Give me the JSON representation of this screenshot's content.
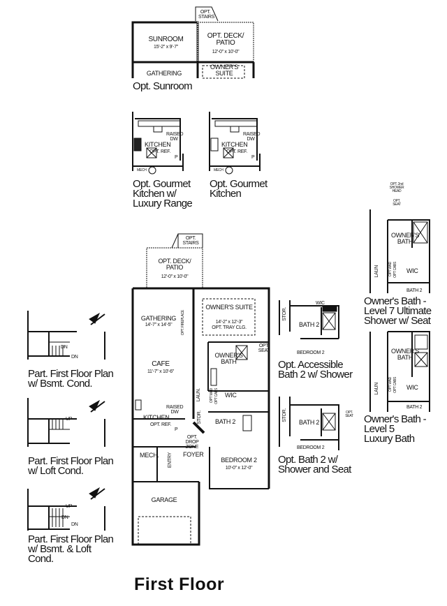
{
  "title": "First Floor",
  "sunroom_option": {
    "caption": "Opt. Sunroom",
    "stairs": "OPT. STAIRS",
    "sunroom": "SUNROOM",
    "sunroom_dim": "15'-2\" x 9'-7\"",
    "deck": "OPT. DECK/ PATIO",
    "deck_dim": "12'-0\" x 10'-0\"",
    "gathering": "GATHERING",
    "owners_suite": "OWNER'S SUITE"
  },
  "gourmet_luxury": {
    "caption": "Opt. Gourmet\nKitchen  w/\nLuxury Range",
    "raised_dw": "RAISED DW",
    "kitchen": "KITCHEN",
    "opt_ref": "OPT. REF.",
    "p": "P",
    "mech": "MECH"
  },
  "gourmet": {
    "caption": "Opt. Gourmet\nKitchen",
    "raised_dw": "RAISED DW",
    "kitchen": "KITCHEN",
    "opt_ref": "OPT. REF.",
    "p": "P",
    "mech": "MECH"
  },
  "main_plan": {
    "stairs": "OPT. STAIRS",
    "deck": "OPT. DECK/ PATIO",
    "deck_dim": "12'-0\" x 10'-0\"",
    "gathering": "GATHERING",
    "gathering_dim": "14'-7\" x 14'-5\"",
    "fireplace": "OPT. FIREPLACE",
    "owners_suite": "OWNER'S SUITE",
    "owners_suite_dim": "14'-2\" x 12'-3\"",
    "tray": "OPT. TRAY CLG.",
    "opt_seat": "OPT. SEAT",
    "owners_bath": "OWNER'S BATH",
    "cafe": "CAFE",
    "cafe_dim": "11'-7\" x 10'-6\"",
    "laun": "LAUN.",
    "opt_wad": "OPT WAD",
    "opt_cabs": "OPT CABS",
    "wic": "WIC",
    "raised_dw": "RAISED DW",
    "kitchen": "KITCHEN",
    "opt_ref": "OPT. REF.",
    "p": "P",
    "stor": "STOR.",
    "bath2": "BATH 2",
    "drop_zone": "OPT. DROP ZONE",
    "mech": "MECH.",
    "entry": "ENTRY",
    "foyer": "FOYER",
    "bedroom2": "BEDROOM 2",
    "bedroom2_dim": "10'-0\" x 12'-0\"",
    "garage": "GARAGE"
  },
  "partials": [
    {
      "caption": "Part. First Floor Plan\nw/ Bsmt. Cond.",
      "marks": [
        "DN",
        "DN"
      ]
    },
    {
      "caption": "Part. First Floor Plan\nw/ Loft Cond.",
      "marks": [
        "UP"
      ]
    },
    {
      "caption": "Part. First Floor Plan\nw/ Bsmt. & Loft\nCond.",
      "marks": [
        "UP",
        "DN",
        "DN"
      ]
    }
  ],
  "accessible_bath": {
    "caption": "Opt. Accessible\nBath 2 w/ Shower",
    "wic": "WIC",
    "stor": "STOR.",
    "bath2": "BATH 2",
    "bedroom2": "BEDROOM 2"
  },
  "bath_seat": {
    "caption": "Opt. Bath 2 w/\nShower and Seat",
    "stor": "STOR.",
    "bath2": "BATH 2",
    "opt_seat": "OPT. SEAT",
    "bedroom2": "BEDROOM 2"
  },
  "owners_level7": {
    "caption": "Owner's Bath -\nLevel 7 Ultimate\nShower w/ Seat",
    "shower_head": "OPT. 2nd SHOWER HEAD",
    "opt_seat": "OPT. SEAT",
    "owners_bath": "OWNER'S BATH",
    "laun": "LAUN",
    "opt_wad": "OPT WAD",
    "opt_cabs": "OPT CABS",
    "wic": "WIC",
    "bath2": "BATH 2"
  },
  "owners_level5": {
    "caption": "Owner's Bath -\nLevel 5\nLuxury Bath",
    "owners_bath": "OWNER'S BATH",
    "laun": "LAUN",
    "opt_wad": "OPT WAD",
    "opt_cabs": "OPT CABS",
    "wic": "WIC",
    "bath2": "BATH 2"
  }
}
